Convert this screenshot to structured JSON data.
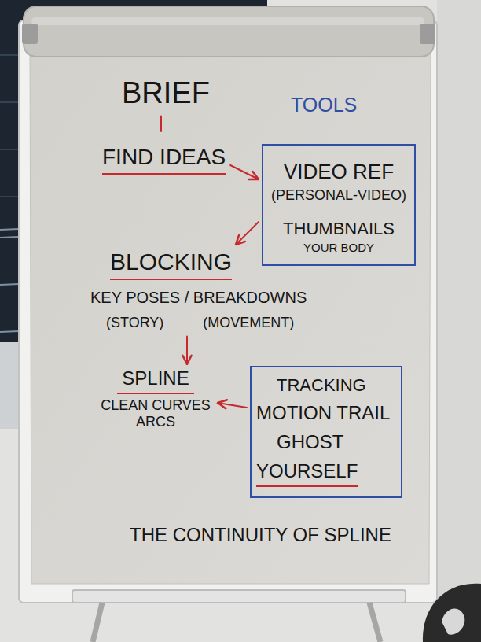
{
  "diagram": {
    "nodes": [
      {
        "text": [
          "BRIEF"
        ]
      },
      {
        "text": [
          "FIND IDEAS"
        ]
      },
      {
        "text": [
          "VIDEO REF",
          "(PERSONAL-VIDEO)",
          "THUMBNAILS",
          "YOUR BODY"
        ]
      },
      {
        "text": [
          "BLOCKING",
          "KEY POSES / BREAKDOWNS",
          "(STORY)",
          "(MOVEMENT)"
        ]
      },
      {
        "text": [
          "SPLINE",
          "CLEAN CURVES ARCS"
        ]
      },
      {
        "text": [
          "TRACKING",
          "MOTION TRAIL",
          "GHOST",
          "YOURSELF"
        ]
      }
    ],
    "edges": [
      {
        "from": 0,
        "to": 1,
        "arrow": "none"
      },
      {
        "from": 1,
        "to": 2,
        "arrow": "to"
      },
      {
        "from": 2,
        "to": 3,
        "arrow": "to"
      },
      {
        "from": 3,
        "to": 4,
        "arrow": "to"
      },
      {
        "from": 5,
        "to": 4,
        "arrow": "to"
      }
    ],
    "labels": [
      "TOOLS",
      "THE CONTINUITY OF SPLINE"
    ]
  }
}
